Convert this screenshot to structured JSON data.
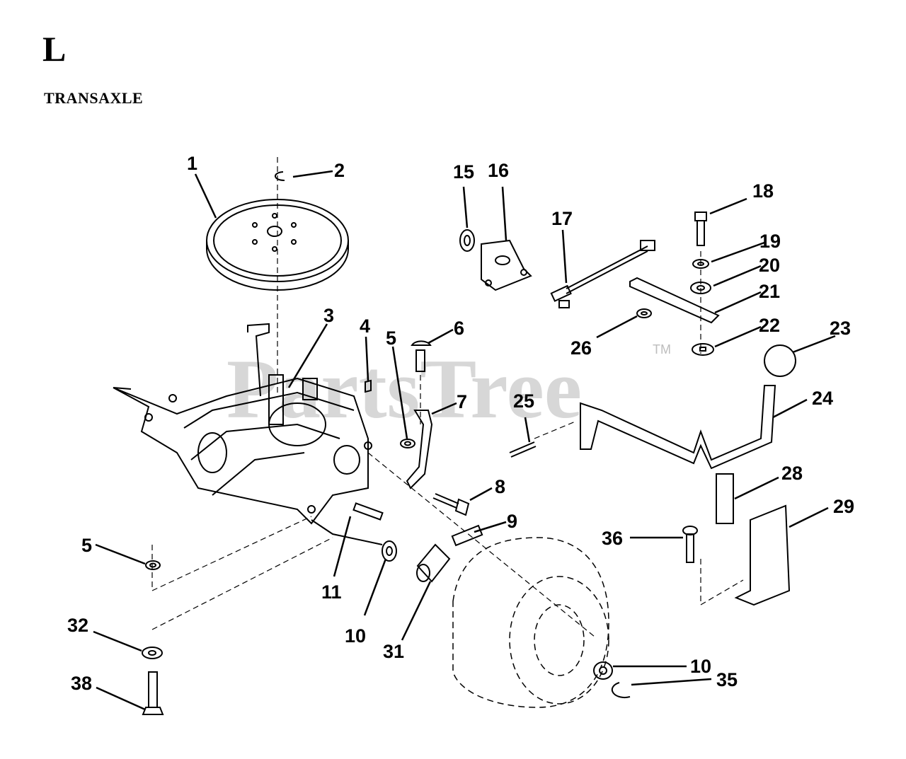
{
  "section": {
    "letter": "L",
    "title": "TRANSAXLE"
  },
  "watermark": {
    "text": "PartsTree",
    "tm": "TM"
  },
  "callouts": {
    "c1": "1",
    "c2": "2",
    "c3": "3",
    "c4": "4",
    "c5a": "5",
    "c5b": "5",
    "c6": "6",
    "c7": "7",
    "c8": "8",
    "c9": "9",
    "c10a": "10",
    "c10b": "10",
    "c11": "11",
    "c15": "15",
    "c16": "16",
    "c17": "17",
    "c18": "18",
    "c19": "19",
    "c20": "20",
    "c21": "21",
    "c22": "22",
    "c23": "23",
    "c24": "24",
    "c25": "25",
    "c26": "26",
    "c28": "28",
    "c29": "29",
    "c31": "31",
    "c32": "32",
    "c35": "35",
    "c36": "36",
    "c38": "38"
  }
}
